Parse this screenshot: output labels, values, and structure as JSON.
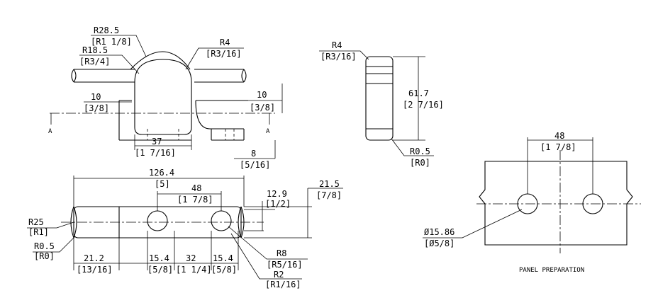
{
  "top_view": {
    "r_outer": "R28.5",
    "r_outer_in": "[R1 1/8]",
    "r_inner": "R18.5",
    "r_inner_in": "[R3/4]",
    "r_bend": "R4",
    "r_bend_in": "[R3/16]",
    "left_thk": "10",
    "left_thk_in": "[3/8]",
    "right_thk": "10",
    "right_thk_in": "[3/8]",
    "width": "37",
    "width_in": "[1 7/16]",
    "foot": "8",
    "foot_in": "[5/16]",
    "section_left": "A",
    "section_right": "A"
  },
  "side_view": {
    "r_top": "R4",
    "r_top_in": "[R3/16]",
    "height": "61.7",
    "height_in": "[2 7/16]",
    "r_bottom": "R0.5",
    "r_bottom_in": "[R0]"
  },
  "front_view": {
    "length": "126.4",
    "length_in": "[5]",
    "spacing": "48",
    "spacing_in": "[1 7/8]",
    "offset": "12.9",
    "offset_in": "[1/2]",
    "thickness": "21.5",
    "thickness_in": "[7/8]",
    "r_end": "R25",
    "r_end_in": "[R1]",
    "r_corner": "R0.5",
    "r_corner_in": "[R0]",
    "d1": "21.2",
    "d1_in": "[13/16]",
    "d2": "15.4",
    "d2_in": "[5/8]",
    "d3": "32",
    "d3_in": "[1 1/4]",
    "d4": "15.4",
    "d4_in": "[5/8]",
    "r_slot": "R8",
    "r_slot_in": "[R5/16]",
    "r_slot_small": "R2",
    "r_slot_small_in": "[R1/16]"
  },
  "panel": {
    "spacing": "48",
    "spacing_in": "[1 7/8]",
    "hole": "Ø15.86",
    "hole_in": "[Ø5/8]",
    "caption": "PANEL PREPARATION"
  }
}
